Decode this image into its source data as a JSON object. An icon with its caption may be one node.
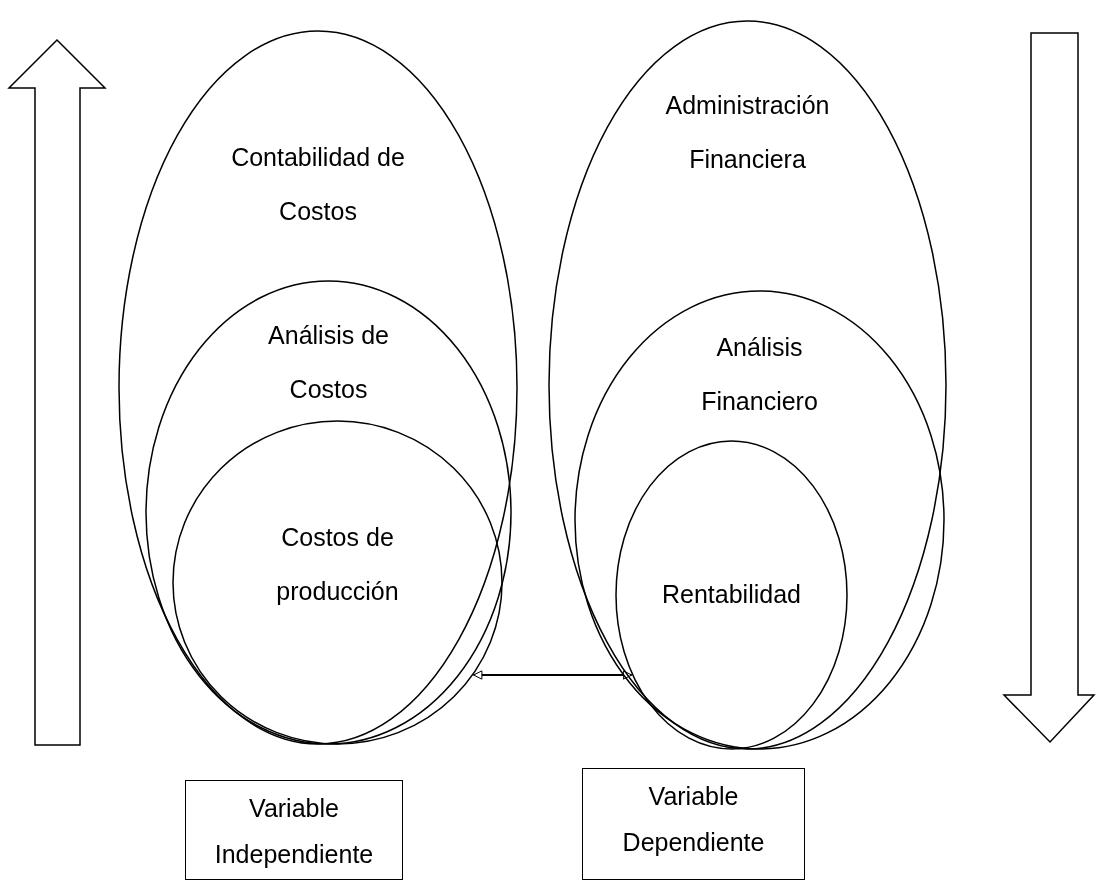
{
  "diagram": {
    "nodes": [
      {
        "text": [
          "Contabilidad de Costos"
        ]
      },
      {
        "text": [
          "Análisis de Costos"
        ],
        "in": 0
      },
      {
        "text": [
          "Costos de producción"
        ],
        "in": 1
      },
      {
        "text": [
          "Administración Financiera"
        ]
      },
      {
        "text": [
          "Análisis Financiero"
        ],
        "in": 3
      },
      {
        "text": [
          "Rentabilidad"
        ],
        "in": 4
      },
      {
        "text": [
          "Variable Independiente"
        ]
      },
      {
        "text": [
          "Variable Dependiente"
        ]
      }
    ],
    "edges": [
      {
        "from": 2,
        "to": 5,
        "arrow": "both"
      }
    ]
  }
}
